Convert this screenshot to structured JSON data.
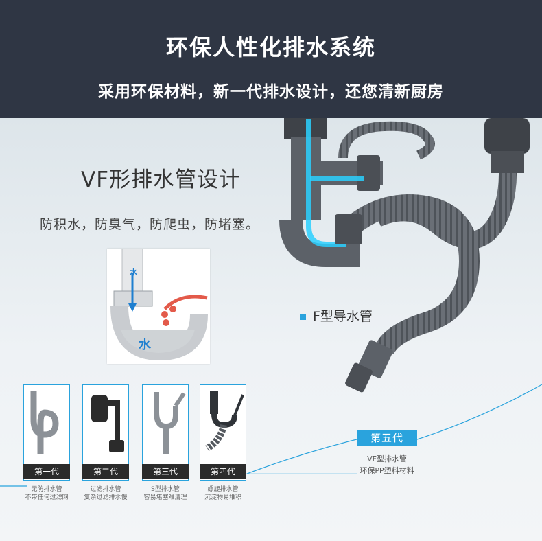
{
  "header": {
    "title": "环保人性化排水系统",
    "subtitle": "采用环保材料，新一代排水设计，还您清新厨房"
  },
  "feature": {
    "title": "VF形排水管设计",
    "description": "防积水，防臭气，防爬虫，防堵塞。"
  },
  "diagram": {
    "water_label_top": "水",
    "water_label_bottom": "水"
  },
  "product_label": "F型导水管",
  "generations": [
    {
      "label": "第一代",
      "desc_line1": "无防排水管",
      "desc_line2": "不带任何过滤网"
    },
    {
      "label": "第二代",
      "desc_line1": "过滤排水管",
      "desc_line2": "复杂过滤排水慢"
    },
    {
      "label": "第三代",
      "desc_line1": "S型排水管",
      "desc_line2": "容易堵塞难清理"
    },
    {
      "label": "第四代",
      "desc_line1": "螺旋排水管",
      "desc_line2": "沉淀物易堆积"
    }
  ],
  "fifth_generation": {
    "label": "第五代",
    "desc_line1": "VF型排水管",
    "desc_line2": "环保PP塑料材料"
  },
  "colors": {
    "header_bg": "#2f3644",
    "accent": "#2aa3dd",
    "pipe": "#5c6168",
    "tag_bg": "#2b2b2b"
  }
}
